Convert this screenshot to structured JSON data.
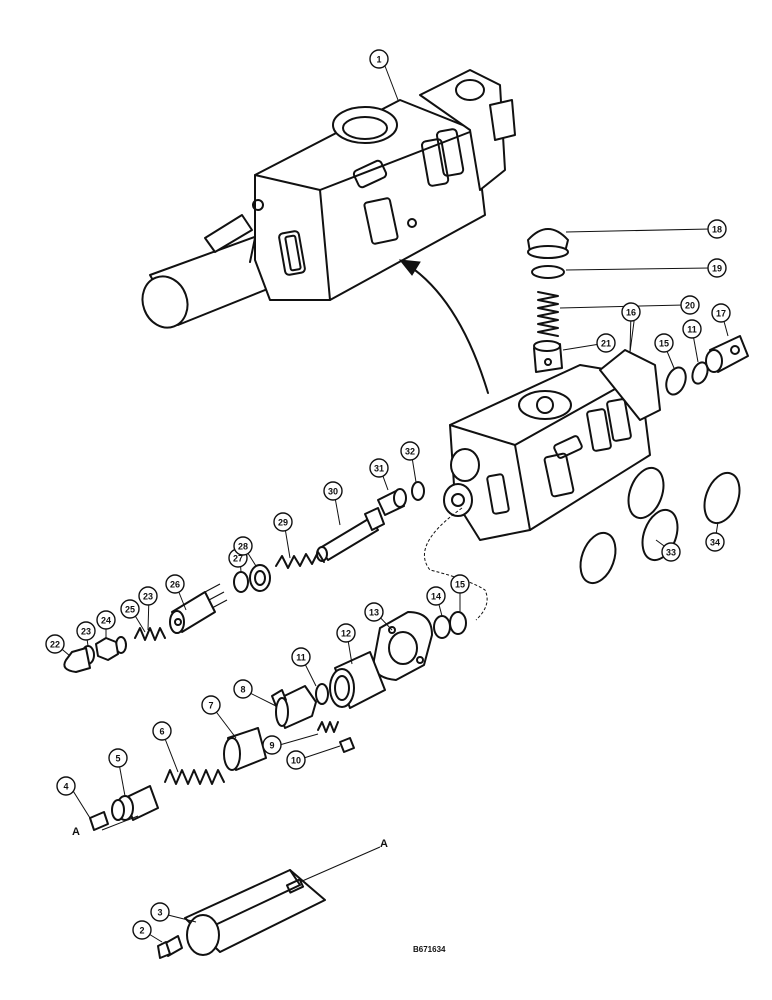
{
  "callouts": [
    {
      "id": "1",
      "label": "1"
    },
    {
      "id": "2",
      "label": "2"
    },
    {
      "id": "3",
      "label": "3"
    },
    {
      "id": "4",
      "label": "4"
    },
    {
      "id": "5",
      "label": "5"
    },
    {
      "id": "6",
      "label": "6"
    },
    {
      "id": "7",
      "label": "7"
    },
    {
      "id": "8",
      "label": "8"
    },
    {
      "id": "9",
      "label": "9"
    },
    {
      "id": "10",
      "label": "10"
    },
    {
      "id": "11a",
      "label": "11"
    },
    {
      "id": "11b",
      "label": "11"
    },
    {
      "id": "12",
      "label": "12"
    },
    {
      "id": "13",
      "label": "13"
    },
    {
      "id": "14",
      "label": "14"
    },
    {
      "id": "15a",
      "label": "15"
    },
    {
      "id": "15b",
      "label": "15"
    },
    {
      "id": "16",
      "label": "16"
    },
    {
      "id": "17",
      "label": "17"
    },
    {
      "id": "18",
      "label": "18"
    },
    {
      "id": "19",
      "label": "19"
    },
    {
      "id": "20",
      "label": "20"
    },
    {
      "id": "21",
      "label": "21"
    },
    {
      "id": "22",
      "label": "22"
    },
    {
      "id": "23a",
      "label": "23"
    },
    {
      "id": "23b",
      "label": "23"
    },
    {
      "id": "24",
      "label": "24"
    },
    {
      "id": "25",
      "label": "25"
    },
    {
      "id": "26",
      "label": "26"
    },
    {
      "id": "27",
      "label": "27"
    },
    {
      "id": "28",
      "label": "28"
    },
    {
      "id": "29",
      "label": "29"
    },
    {
      "id": "30",
      "label": "30"
    },
    {
      "id": "31",
      "label": "31"
    },
    {
      "id": "32",
      "label": "32"
    },
    {
      "id": "33",
      "label": "33"
    },
    {
      "id": "34",
      "label": "34"
    }
  ],
  "refs": {
    "a_left": "A",
    "a_right": "A"
  },
  "drawing_code": "B671634"
}
